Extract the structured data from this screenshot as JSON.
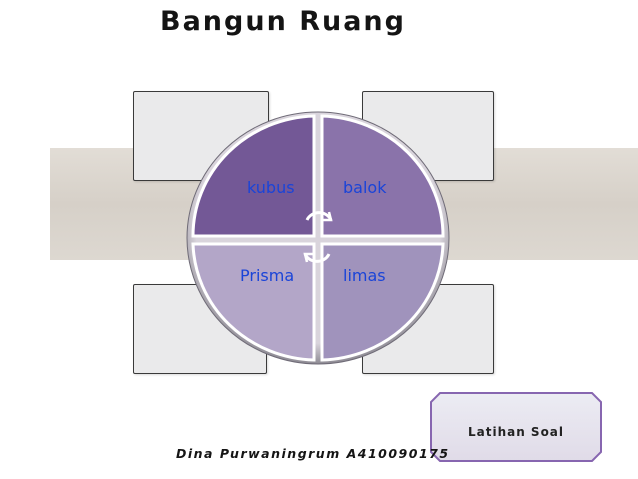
{
  "title": "Bangun Ruang",
  "diagram": {
    "quadrants": [
      {
        "label": "kubus",
        "color": "#735896"
      },
      {
        "label": "balok",
        "color": "#8a73aa"
      },
      {
        "label": "Prisma",
        "color": "#b3a6c8"
      },
      {
        "label": "limas",
        "color": "#a093bc"
      }
    ]
  },
  "latihan_button": {
    "label": "Latihan Soal"
  },
  "author": "Dina Purwaningrum A410090175",
  "icons": {
    "center": "refresh-cycle-icon"
  }
}
